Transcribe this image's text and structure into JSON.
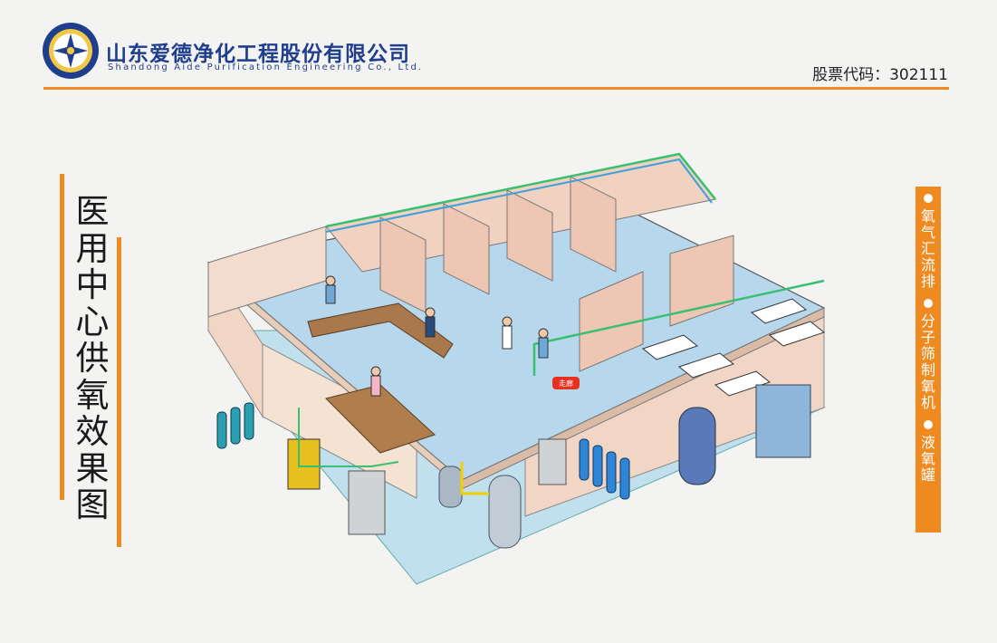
{
  "header": {
    "company_cn": "山东爱德净化工程股份有限公司",
    "company_en": "Shandong Aide Purification Engineering Co., Ltd.",
    "stock_code": "股票代码：302111"
  },
  "title": "医用中心供氧效果图",
  "legend": [
    "氧气汇流排",
    "分子筛制氧机",
    "液氧罐"
  ],
  "diagram": {
    "corridor_label": "走廊"
  },
  "colors": {
    "accent": "#ee8a1f",
    "brand": "#1f3f8e",
    "pipe_green": "#37c06f",
    "pipe_blue": "#3aa0e0"
  }
}
